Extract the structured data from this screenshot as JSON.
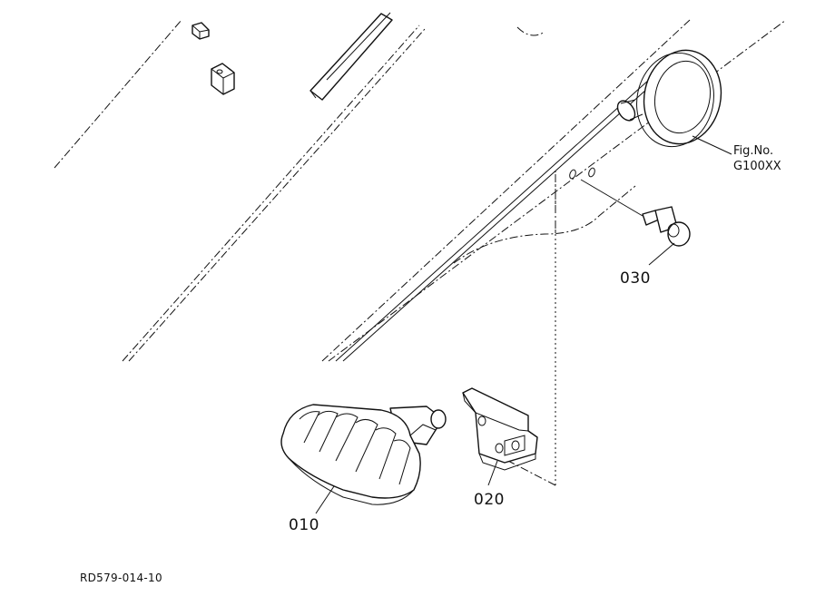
{
  "diagram": {
    "callouts": {
      "part_010": "010",
      "part_020": "020",
      "part_030": "030"
    },
    "figure_reference": {
      "line1": "Fig.No.",
      "line2": "G100XX"
    },
    "drawing_code": "RD579-014-10"
  }
}
